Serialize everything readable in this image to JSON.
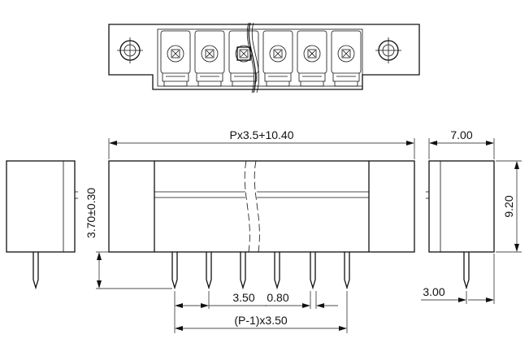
{
  "drawing": {
    "type": "pluggable terminal block technical drawing",
    "views": [
      "top-view",
      "front-view",
      "left-side-view",
      "right-side-view"
    ],
    "terminal_count_shown": 6
  },
  "dimensions": {
    "overall_length": "Px3.5+10.40",
    "depth": "7.00",
    "height": "9.20",
    "pin_length": "3.70±0.30",
    "pitch": "3.50",
    "pin_width": "0.80",
    "pin_span": "(P-1)x3.50",
    "pin_offset": "3.00"
  },
  "icons": {
    "screw": "screw-head-icon",
    "mount_hole": "mounting-hole-icon",
    "break": "break-line-icon"
  }
}
